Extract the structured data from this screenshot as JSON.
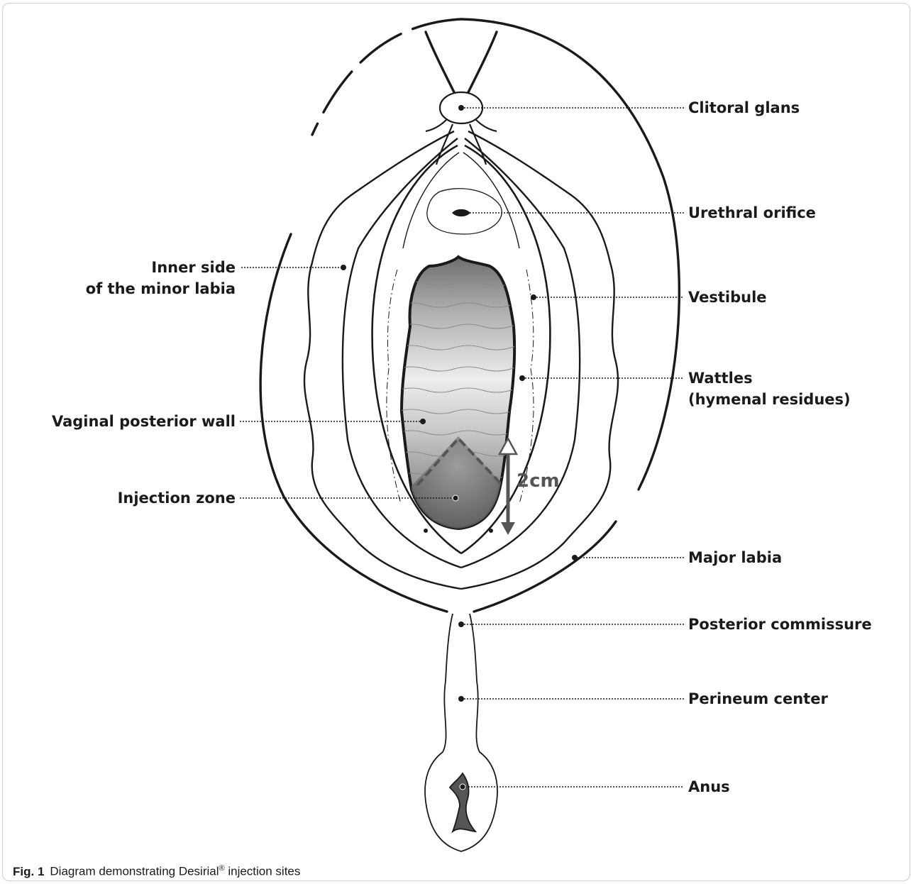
{
  "labels": {
    "clitoral_glans": "Clitoral glans",
    "urethral_orifice": "Urethral orifice",
    "inner_side_line1": "Inner side",
    "inner_side_line2": "of the minor labia",
    "vestibule": "Vestibule",
    "wattles_line1": "Wattles",
    "wattles_line2": "(hymenal residues)",
    "vaginal_posterior_wall": "Vaginal posterior wall",
    "injection_zone": "Injection zone",
    "major_labia": "Major labia",
    "posterior_commissure": "Posterior commissure",
    "perineum_center": "Perineum center",
    "anus": "Anus"
  },
  "dimension_label": "2cm",
  "caption": {
    "fig": "Fig. 1",
    "text_before": "Diagram demonstrating Desirial",
    "registered": "®",
    "text_after": " injection sites"
  },
  "colors": {
    "line": "#1a1a1a",
    "arrow": "#555555",
    "zone": "#5a5a5a"
  }
}
